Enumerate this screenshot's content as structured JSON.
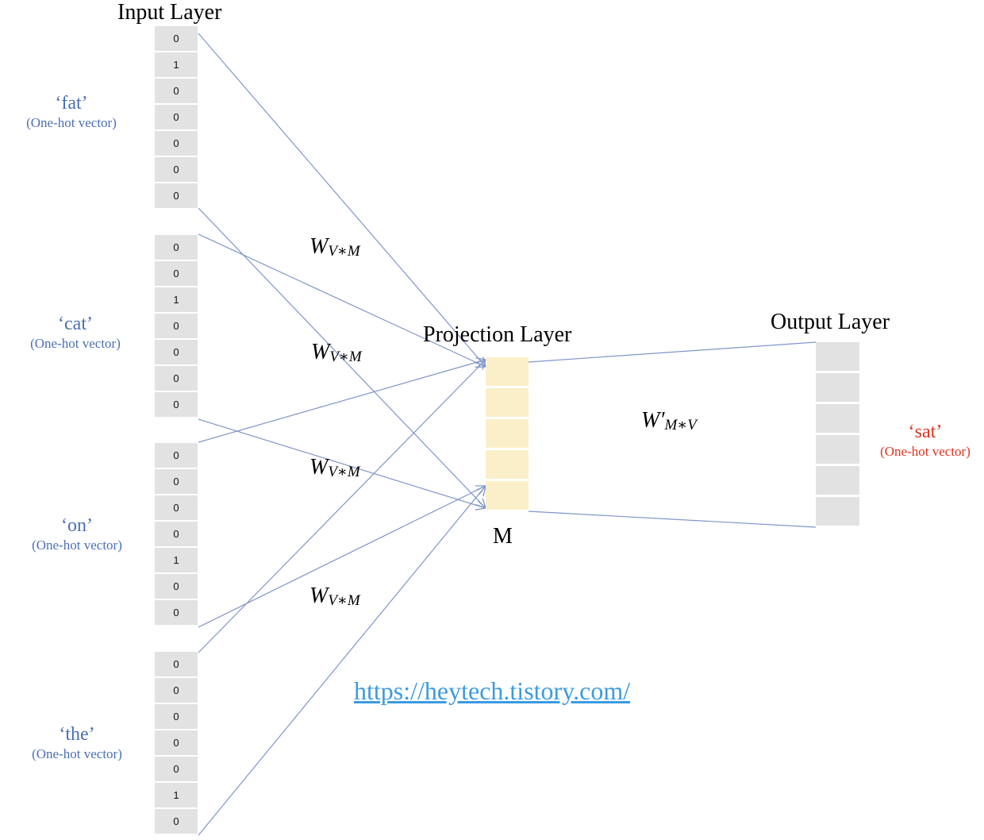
{
  "titles": {
    "input": "Input Layer",
    "projection": "Projection Layer",
    "output": "Output Layer",
    "projection_size": "M"
  },
  "inputs": [
    {
      "word": "‘fat’",
      "note": "(One-hot vector)",
      "vector": [
        "0",
        "1",
        "0",
        "0",
        "0",
        "0",
        "0"
      ]
    },
    {
      "word": "‘cat’",
      "note": "(One-hot vector)",
      "vector": [
        "0",
        "0",
        "1",
        "0",
        "0",
        "0",
        "0"
      ]
    },
    {
      "word": "‘on’",
      "note": "(One-hot vector)",
      "vector": [
        "0",
        "0",
        "0",
        "0",
        "1",
        "0",
        "0"
      ]
    },
    {
      "word": "‘the’",
      "note": "(One-hot vector)",
      "vector": [
        "0",
        "0",
        "0",
        "0",
        "0",
        "1",
        "0"
      ]
    }
  ],
  "weights": {
    "input_symbol": "W",
    "input_sub": "V∗M",
    "output_symbol": "W′",
    "output_sub": "M∗V"
  },
  "target": {
    "word": "‘sat’",
    "note": "(One-hot vector)"
  },
  "projection_cells": 5,
  "output_cells": 6,
  "link": "https://heytech.tistory.com/",
  "colors": {
    "wire": "#7f95c9",
    "word": "#4a6fb5",
    "target": "#e0321e",
    "projection": "#fbefc9",
    "cell": "#e2e2e2",
    "link": "#3c9be0"
  }
}
